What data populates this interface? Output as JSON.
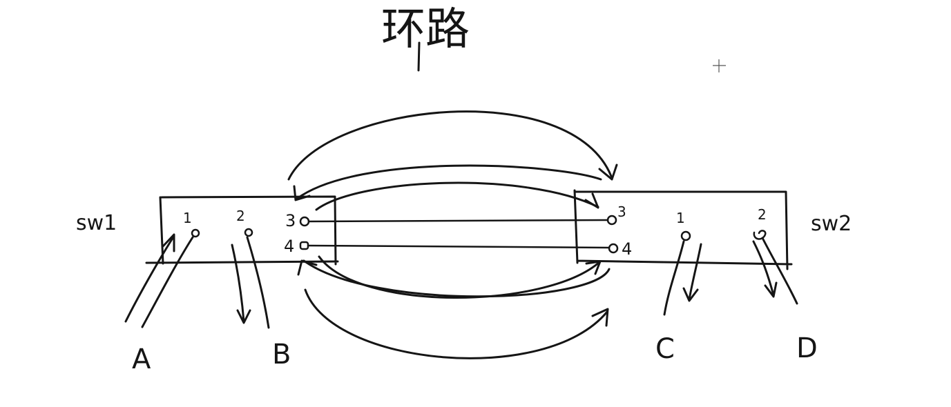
{
  "title": "环路",
  "switches": [
    {
      "name": "SW1",
      "label": "sw1",
      "ports": [
        {
          "id": "1",
          "label": "1"
        },
        {
          "id": "2",
          "label": "2"
        },
        {
          "id": "3",
          "label": "3"
        },
        {
          "id": "4",
          "label": "4"
        }
      ]
    },
    {
      "name": "SW2",
      "label": "sw2",
      "ports": [
        {
          "id": "3",
          "label": "3"
        },
        {
          "id": "4",
          "label": "4"
        },
        {
          "id": "1",
          "label": "1"
        },
        {
          "id": "2",
          "label": "2"
        }
      ]
    }
  ],
  "hosts": [
    {
      "label": "A"
    },
    {
      "label": "B"
    },
    {
      "label": "C"
    },
    {
      "label": "D"
    }
  ],
  "links": [
    {
      "from": "SW1-3",
      "to": "SW2-3"
    },
    {
      "from": "SW1-4",
      "to": "SW2-4"
    }
  ]
}
